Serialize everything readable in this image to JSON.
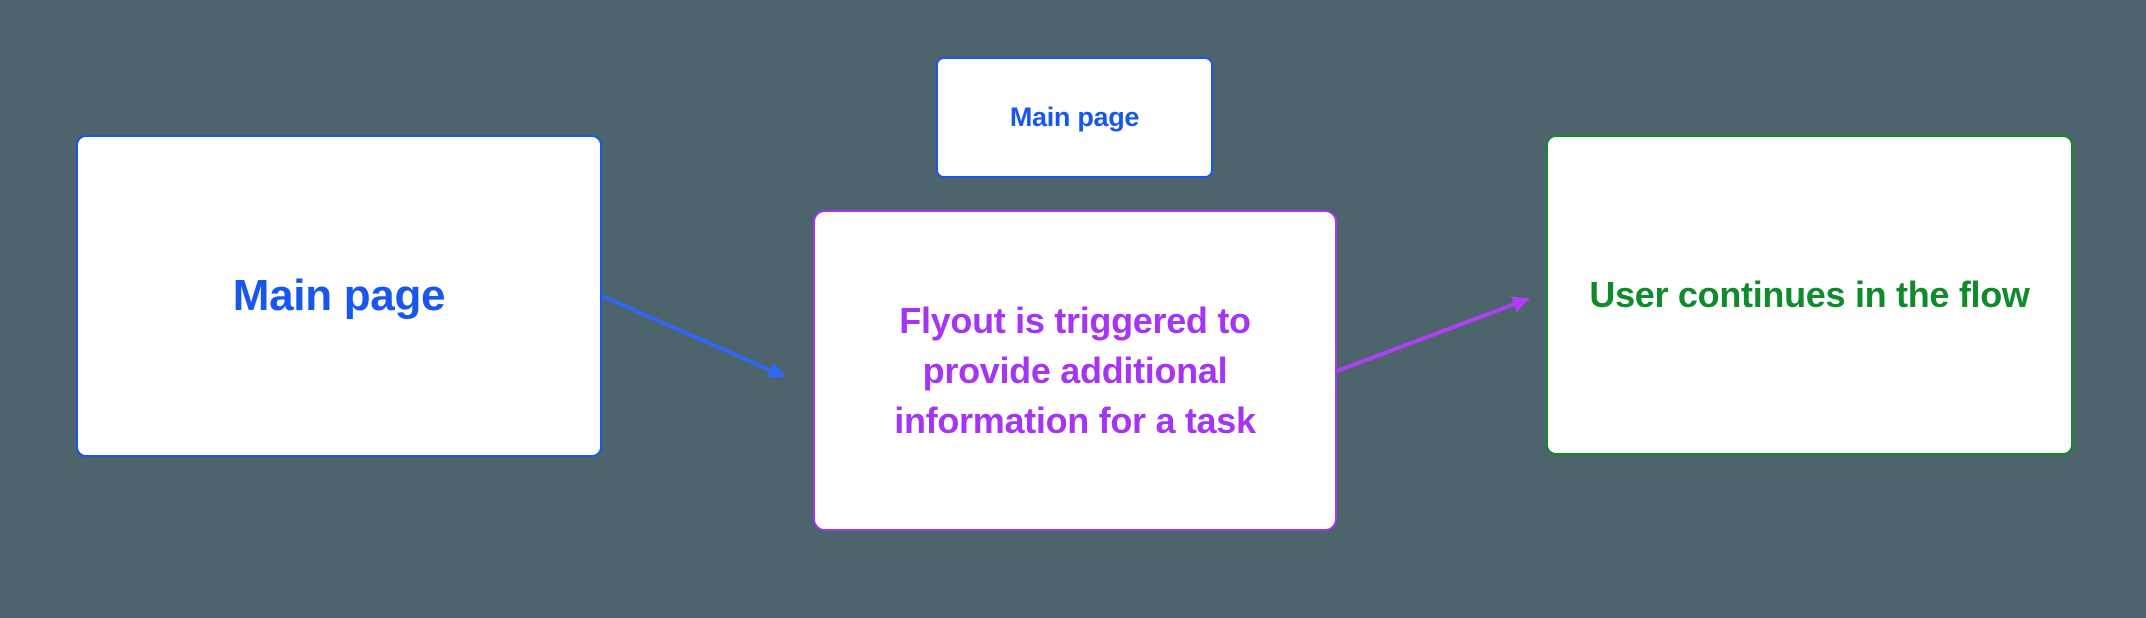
{
  "canvas": {
    "background": "#4D646D"
  },
  "nodes": {
    "main_large": {
      "label": "Main page",
      "color": "#1757F0"
    },
    "main_small": {
      "label": "Main page",
      "color": "#1757F0"
    },
    "flyout": {
      "lines": [
        "Flyout is triggered to",
        "provide additional",
        "information for a task"
      ],
      "color": "#A634F5"
    },
    "continue_flow": {
      "label": "User continues in the flow",
      "color": "#0F8B2C"
    }
  },
  "connectors": {
    "blue": {
      "from": "main_large",
      "to": "flyout",
      "color": "#2F66F2"
    },
    "purple": {
      "from": "flyout",
      "to": "continue_flow",
      "color": "#AE3FF5"
    }
  }
}
